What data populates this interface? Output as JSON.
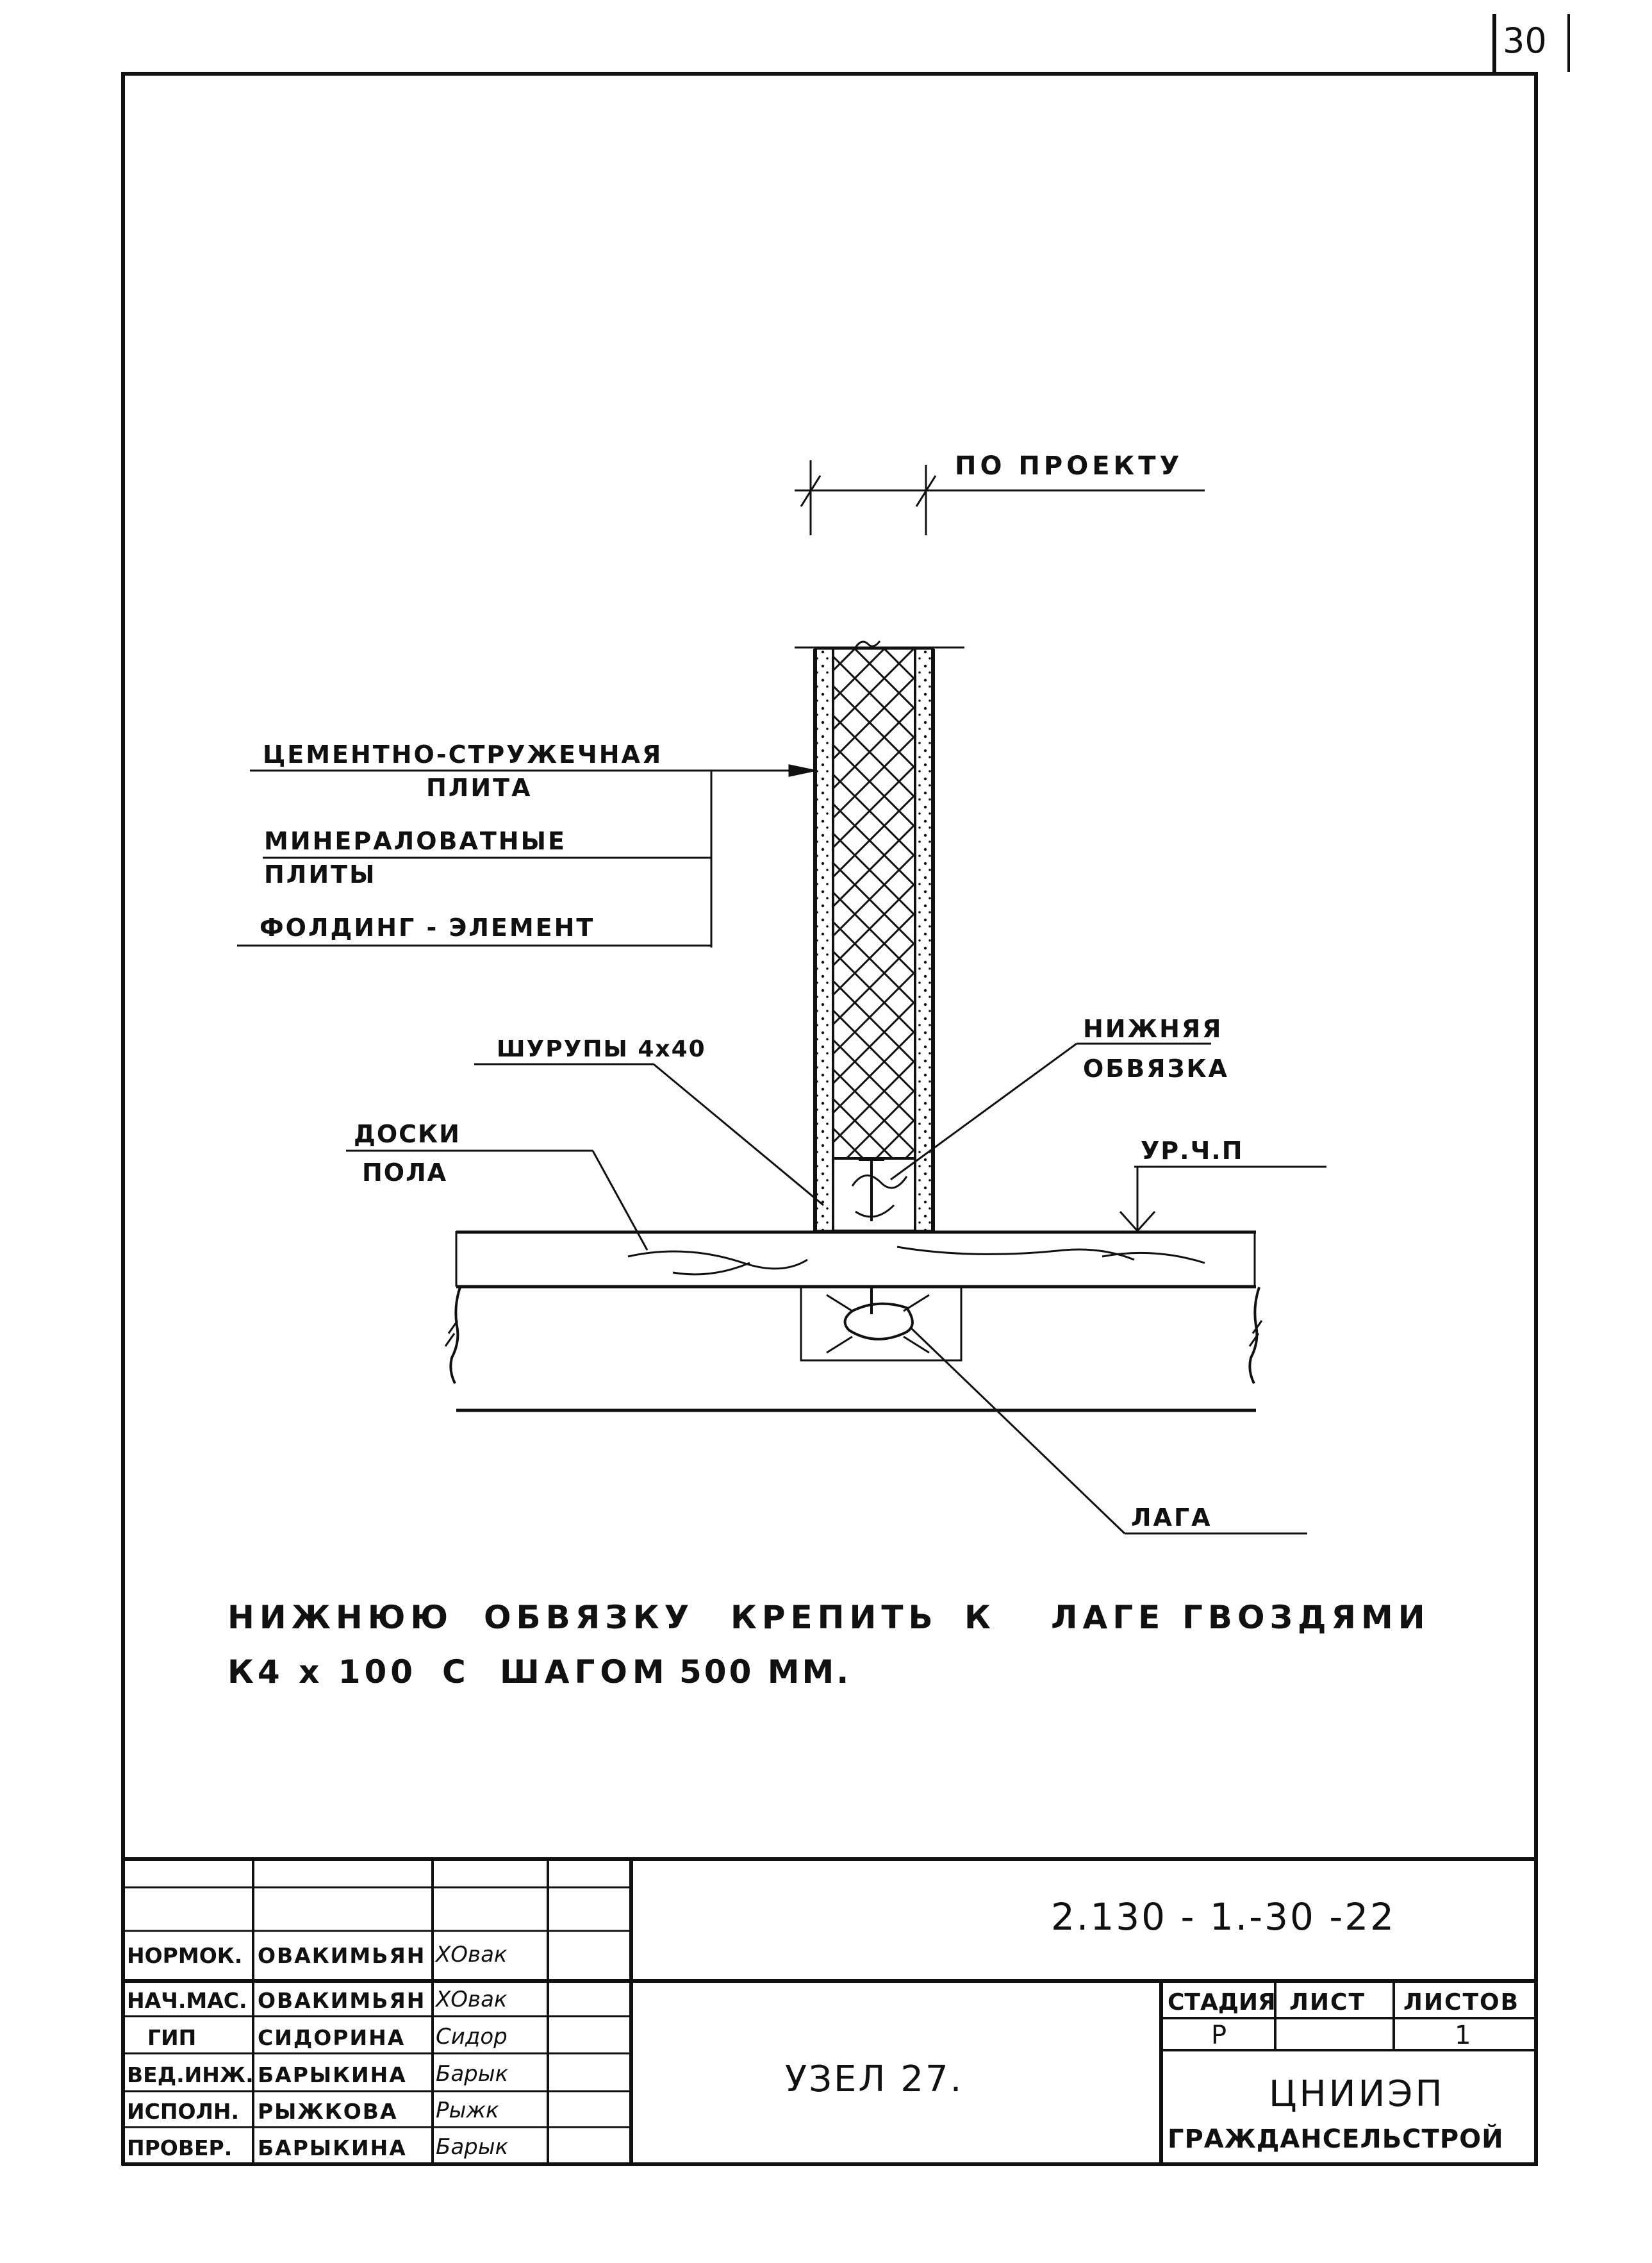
{
  "sheet_number": "30",
  "dimension": {
    "label": "ПО ПРОЕКТУ"
  },
  "callouts": {
    "cement_board_1": "ЦЕМЕНТНО-СТРУЖЕЧНАЯ",
    "cement_board_2": "ПЛИТА",
    "mineral_wool_1": "МИНЕРАЛОВАТНЫЕ",
    "mineral_wool_2": "ПЛИТЫ",
    "folding_element": "ФОЛДИНГ - ЭЛЕМЕНТ",
    "screws": "ШУРУПЫ 4х40",
    "bottom_plate_1": "НИЖНЯЯ",
    "bottom_plate_2": "ОБВЯЗКА",
    "floor_boards_1": "ДОСКИ",
    "floor_boards_2": "ПОЛА",
    "finish_floor_level": "УР.Ч.П",
    "joist": "ЛАГА"
  },
  "note": {
    "line1_words": [
      "НИЖНЮЮ",
      "ОБВЯЗКУ",
      "КРЕПИТЬ",
      "К",
      "ЛАГЕ",
      "ГВОЗДЯМИ"
    ],
    "line2_words": [
      "К4 х 100",
      "С",
      "ШАГОМ",
      "500 ММ."
    ]
  },
  "title_block": {
    "drawing_code": "2.130 - 1.-30 -22",
    "sheet_title": "УЗЕЛ 27.",
    "header_stage": "СТАДИЯ",
    "header_sheet": "ЛИСТ",
    "header_sheets": "ЛИСТОВ",
    "stage_value": "Р",
    "sheet_value": "",
    "sheets_value": "1",
    "org_line1": "ЦНИИЭП",
    "org_line2": "ГРАЖДАНСЕЛЬСТРОЙ",
    "signatures": [
      {
        "role": "НОРМОК.",
        "name": "ОВАКИМЬЯН",
        "sign": "ХОвак"
      },
      {
        "role": "НАЧ.МАС.",
        "name": "ОВАКИМЬЯН",
        "sign": "ХОвак"
      },
      {
        "role": "ГИП",
        "name": "СИДОРИНА",
        "sign": "Сидор"
      },
      {
        "role": "ВЕД.ИНЖ.",
        "name": "БАРЫКИНА",
        "sign": "Барык"
      },
      {
        "role": "ИСПОЛН.",
        "name": "РЫЖКОВА",
        "sign": "Рыжк"
      },
      {
        "role": "ПРОВЕР.",
        "name": "БАРЫКИНА",
        "sign": "Барык"
      }
    ]
  }
}
